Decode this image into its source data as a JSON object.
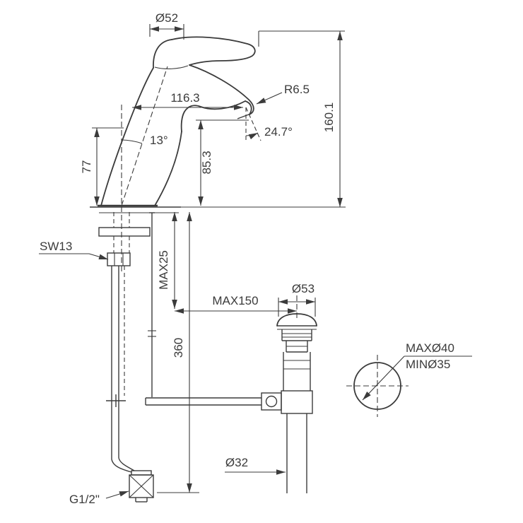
{
  "drawing": {
    "background": "#ffffff",
    "line_color": "#3b3b3b",
    "labels": {
      "spout_cap_diameter": "Ø52",
      "spout_reach": "116.3",
      "spout_radius": "R6.5",
      "outlet_angle": "24.7°",
      "body_tilt_angle": "13°",
      "overall_height": "160.1",
      "outlet_height": "85.3",
      "rear_height": "77",
      "wrench_size": "SW13",
      "max_deck_thickness": "MAX25",
      "max_rod_offset": "MAX150",
      "flange_diameter": "Ø53",
      "hose_length": "360",
      "hole_diameter_max": "MAXØ40",
      "hole_diameter_min": "MINØ35",
      "tailpipe_diameter": "Ø32",
      "inlet_thread": "G1/2\""
    }
  }
}
